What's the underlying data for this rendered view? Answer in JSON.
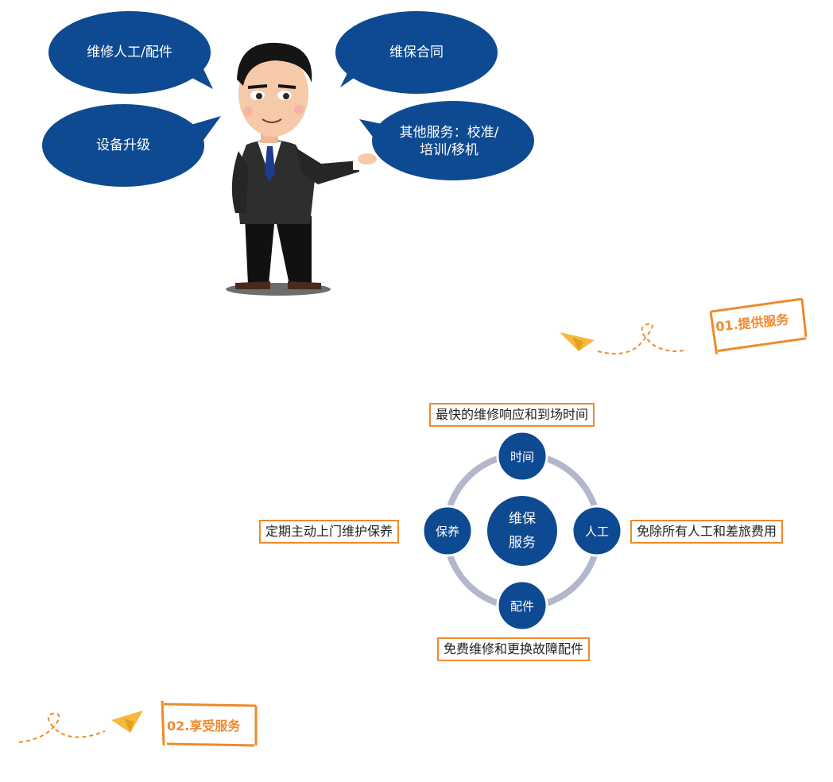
{
  "bubbles": {
    "repair_labor_parts": "维修人工/配件",
    "maintenance_contract": "维保合同",
    "equipment_upgrade": "设备升级",
    "other_services": "其他服务：校准/培训/移机"
  },
  "tags": {
    "provide_service": "01.提供服务",
    "enjoy_service": "02.享受服务"
  },
  "diagram": {
    "center_line1": "维保",
    "center_line2": "服务",
    "node_top": "时间",
    "node_right": "人工",
    "node_bottom": "配件",
    "node_left": "保养"
  },
  "callouts": {
    "top": "最快的维修响应和到场时间",
    "right": "免除所有人工和差旅费用",
    "bottom": "免费维修和更换故障配件",
    "left": "定期主动上门维护保养"
  },
  "colors": {
    "bubble_blue": "#0e4a91",
    "node_blue": "#0e4a91",
    "ring_gray": "#b3b7cc",
    "accent_orange": "#ee8a2c",
    "plane_yellow": "#f5b93c"
  }
}
